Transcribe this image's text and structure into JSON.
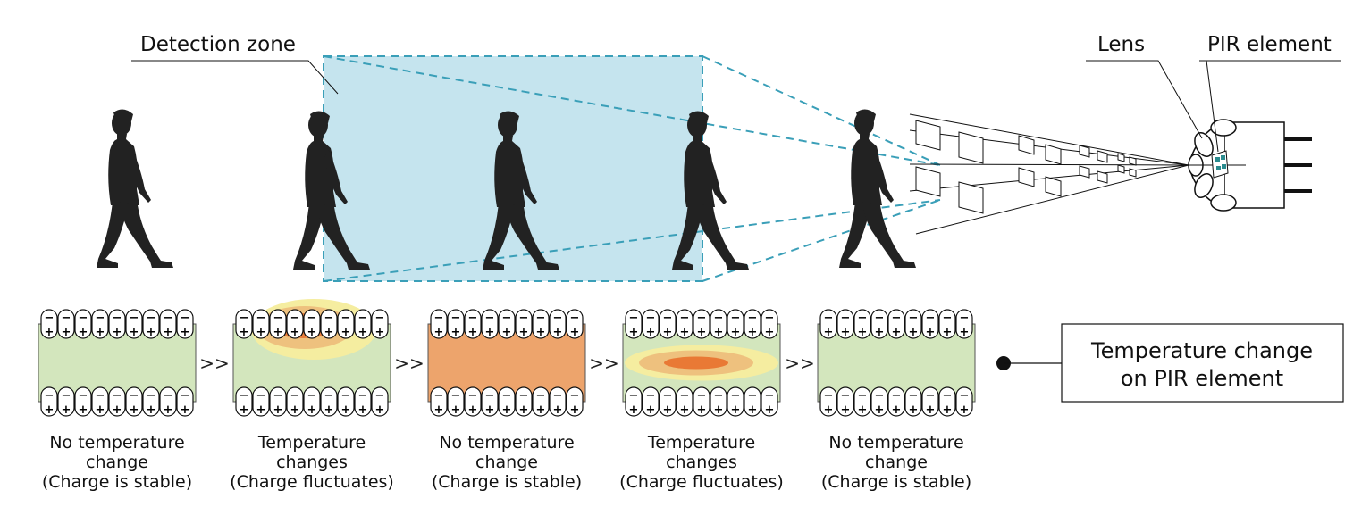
{
  "callouts": {
    "detection_zone": "Detection zone",
    "lens": "Lens",
    "pir_element": "PIR element"
  },
  "legend": {
    "line1": "Temperature change",
    "line2": "on PIR element"
  },
  "separator": ">>",
  "colors": {
    "zone_fill": "#c5e4ee",
    "zone_border": "#3a9fb8",
    "element_green": "#d3e6bd",
    "element_heated": "#eda46c",
    "heat_light": "#f5eda0",
    "heat_mid": "#eec17e",
    "heat_core": "#e8712e",
    "pir_window": "#2a8b8e"
  },
  "states": [
    {
      "line1": "No temperature",
      "line2": "change",
      "line3": "(Charge is stable)",
      "fill": "green",
      "heat": "none",
      "top": [
        "-",
        "-",
        "-",
        "-",
        "-",
        "-",
        "-",
        "-",
        "-"
      ],
      "bottom": [
        "-",
        "-",
        "-",
        "-",
        "-",
        "-",
        "-",
        "-",
        "-"
      ]
    },
    {
      "line1": "Temperature",
      "line2": "changes",
      "line3": "(Charge fluctuates)",
      "fill": "green",
      "heat": "top",
      "top": [
        "-",
        "-",
        "+",
        "-",
        "+",
        "-",
        "+",
        "-",
        "-"
      ],
      "bottom": [
        "-",
        "+",
        "-",
        "+",
        "-",
        "+",
        "-",
        "+",
        "+"
      ]
    },
    {
      "line1": "No temperature",
      "line2": "change",
      "line3": "(Charge is stable)",
      "fill": "heated",
      "heat": "none",
      "top": [
        "-",
        "-",
        "-",
        "-",
        "-",
        "-",
        "-",
        "-",
        "-"
      ],
      "bottom": [
        "-",
        "-",
        "-",
        "-",
        "-",
        "-",
        "-",
        "-",
        "-"
      ]
    },
    {
      "line1": "Temperature",
      "line2": "changes",
      "line3": "(Charge fluctuates)",
      "fill": "green",
      "heat": "center",
      "top": [
        "-",
        "+",
        "-",
        "+",
        "-",
        "+",
        "-",
        "+",
        "-"
      ],
      "bottom": [
        "-",
        "+",
        "-",
        "+",
        "-",
        "+",
        "-",
        "+",
        "-"
      ]
    },
    {
      "line1": "No temperature",
      "line2": "change",
      "line3": "(Charge is stable)",
      "fill": "green",
      "heat": "none",
      "top": [
        "-",
        "-",
        "-",
        "-",
        "-",
        "-",
        "-",
        "-",
        "-"
      ],
      "bottom": [
        "-",
        "-",
        "-",
        "-",
        "-",
        "-",
        "-",
        "-",
        "-"
      ]
    }
  ]
}
